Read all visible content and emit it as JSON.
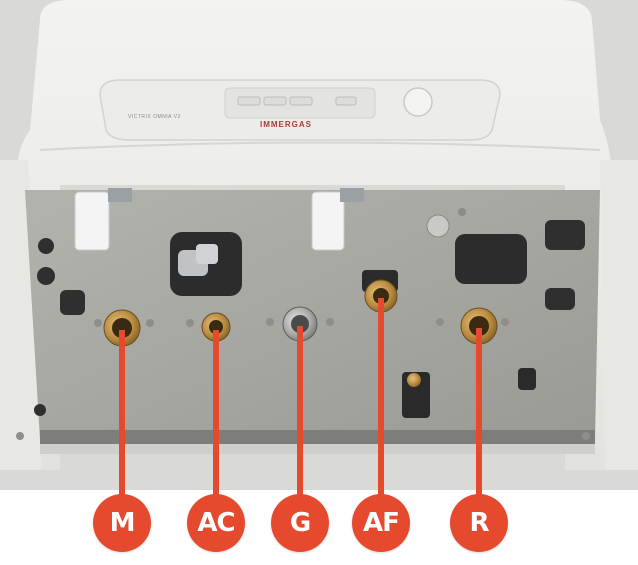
{
  "photo": {
    "model_label": "VICTRIX OMNIA V2",
    "brand_logo": "IMMERGAS",
    "colors": {
      "casing": "#eeeeec",
      "plate": "#a7a7a2",
      "callout": "#e64a2e"
    }
  },
  "connections": [
    {
      "label": "M"
    },
    {
      "label": "AC"
    },
    {
      "label": "G"
    },
    {
      "label": "AF"
    },
    {
      "label": "R"
    }
  ]
}
